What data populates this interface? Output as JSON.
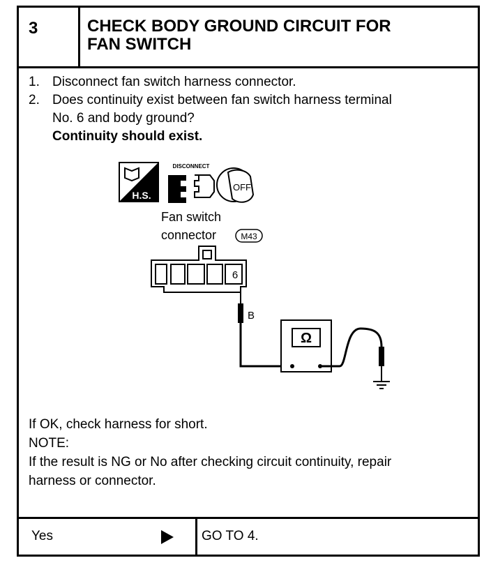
{
  "header": {
    "step_number": "3",
    "title_line1": "CHECK BODY GROUND CIRCUIT FOR",
    "title_line2": "FAN SWITCH"
  },
  "steps": [
    {
      "num": "1.",
      "text": "Disconnect fan switch harness connector."
    },
    {
      "num": "2.",
      "text_line1": "Does continuity exist between fan switch harness terminal",
      "text_line2": "No. 6 and body ground?",
      "expected": "Continuity should exist."
    }
  ],
  "diagram": {
    "icon_hs_label": "H.S.",
    "icon_disconnect_label": "DISCONNECT",
    "icon_off_label": "OFF",
    "connector_label_line1": "Fan switch",
    "connector_label_line2": "connector",
    "connector_id": "M43",
    "terminal_number": "6",
    "wire_color": "B",
    "meter_symbol": "Ω"
  },
  "notes": {
    "line1": "If OK, check harness for short.",
    "line2": "NOTE:",
    "line3": "If the result is NG or No after checking circuit continuity, repair",
    "line4": "harness or connector."
  },
  "footer": {
    "answer": "Yes",
    "action": "GO TO 4."
  }
}
